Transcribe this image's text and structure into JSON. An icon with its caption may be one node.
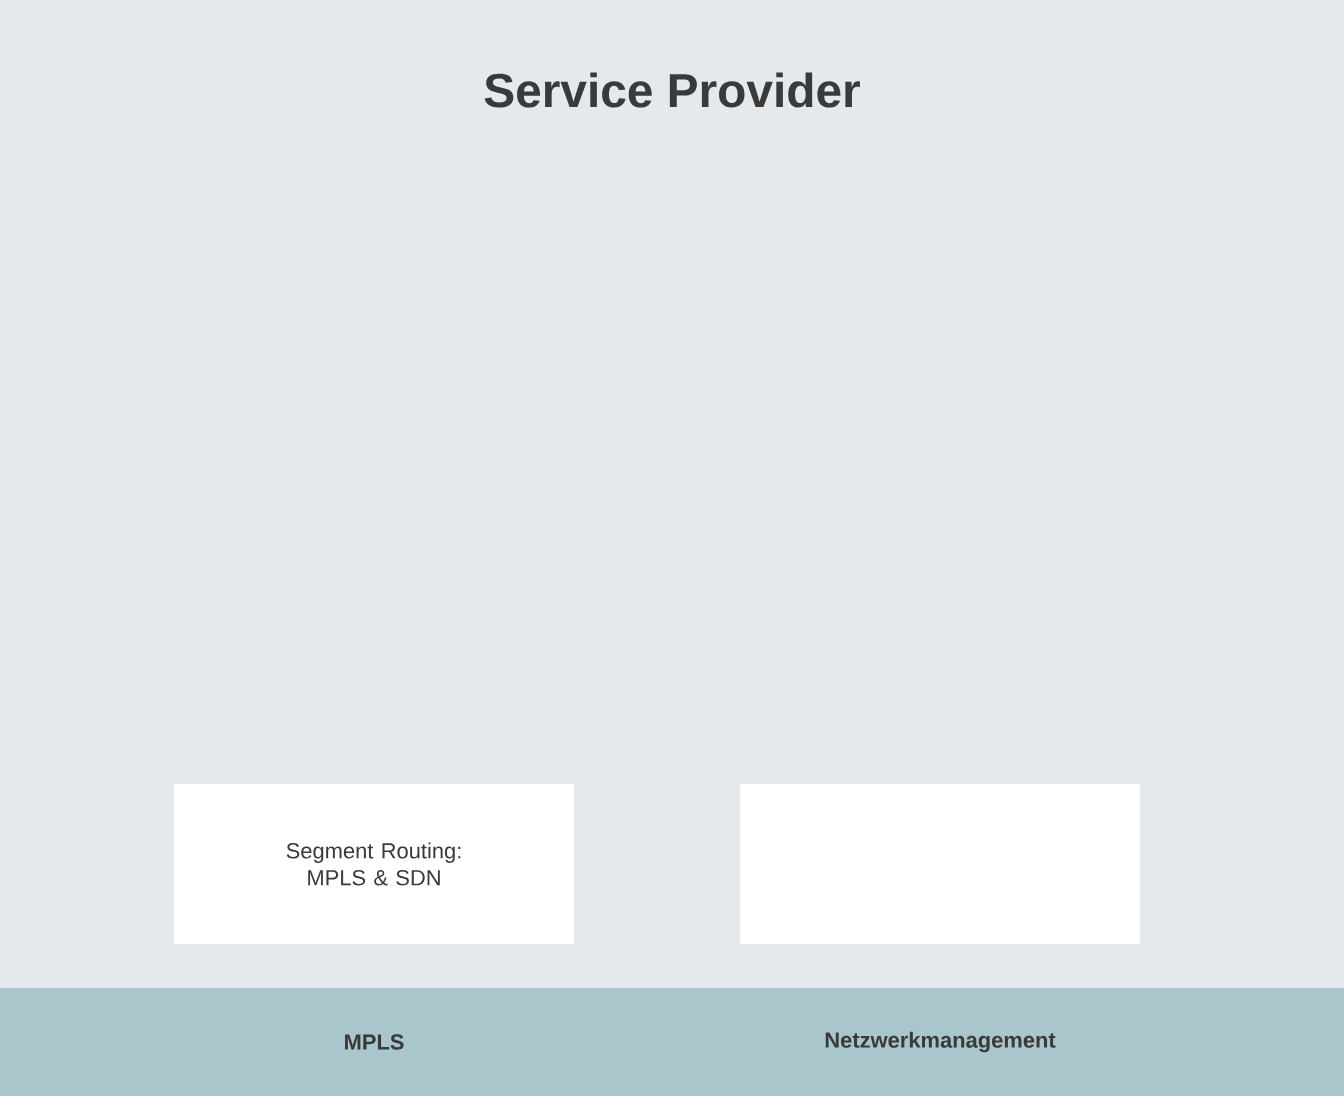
{
  "diagram": {
    "nodes": [
      {
        "text": [
          "Service Provider"
        ]
      },
      {
        "text": [
          "Segment Routing: MPLS & SDN"
        ],
        "in": 0
      },
      {
        "text": [],
        "shape": "box",
        "in": 0
      },
      {
        "text": [
          "MPLS",
          "Netzwerkmanagement"
        ]
      }
    ]
  }
}
